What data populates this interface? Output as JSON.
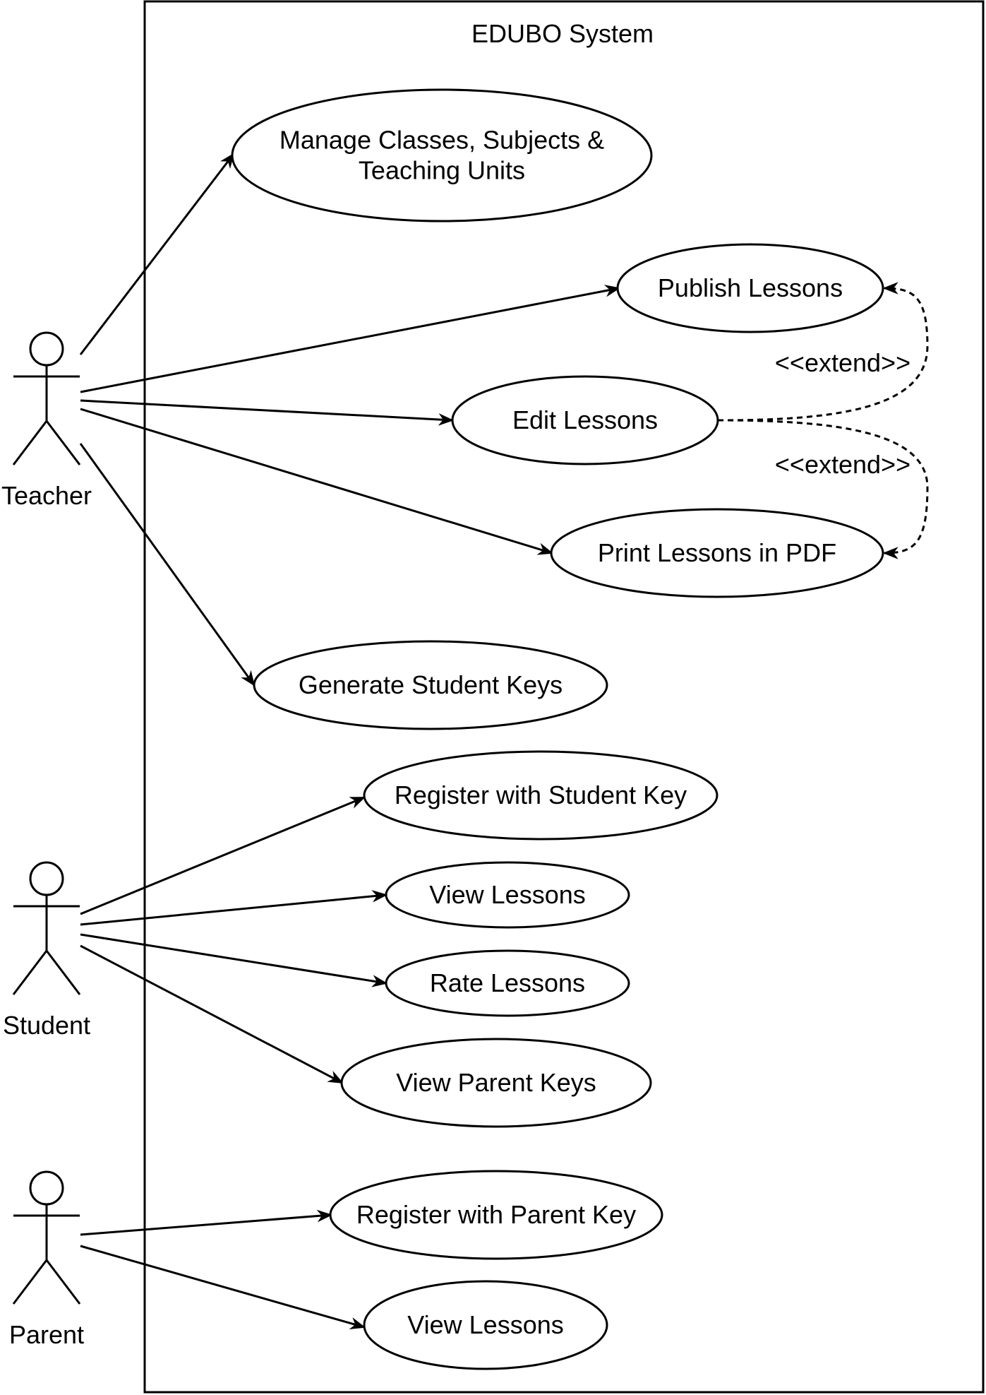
{
  "system": {
    "title": "EDUBO System"
  },
  "actors": [
    {
      "id": "teacher",
      "name": "Teacher"
    },
    {
      "id": "student",
      "name": "Student"
    },
    {
      "id": "parent",
      "name": "Parent"
    }
  ],
  "use_cases": [
    {
      "id": "manage",
      "lines": [
        "Manage Classes, Subjects &",
        "Teaching Units"
      ]
    },
    {
      "id": "publish",
      "lines": [
        "Publish Lessons"
      ]
    },
    {
      "id": "edit",
      "lines": [
        "Edit Lessons"
      ]
    },
    {
      "id": "print",
      "lines": [
        "Print Lessons in PDF"
      ]
    },
    {
      "id": "genkeys",
      "lines": [
        "Generate Student Keys"
      ]
    },
    {
      "id": "regstudent",
      "lines": [
        "Register with Student Key"
      ]
    },
    {
      "id": "viewlessons_student",
      "lines": [
        "View Lessons"
      ]
    },
    {
      "id": "rate",
      "lines": [
        "Rate Lessons"
      ]
    },
    {
      "id": "viewparentkeys",
      "lines": [
        "View Parent Keys"
      ]
    },
    {
      "id": "regparent",
      "lines": [
        "Register with Parent Key"
      ]
    },
    {
      "id": "viewlessons_parent",
      "lines": [
        "View Lessons"
      ]
    }
  ],
  "associations": [
    {
      "actor": "teacher",
      "use_case": "manage"
    },
    {
      "actor": "teacher",
      "use_case": "publish"
    },
    {
      "actor": "teacher",
      "use_case": "edit"
    },
    {
      "actor": "teacher",
      "use_case": "print"
    },
    {
      "actor": "teacher",
      "use_case": "genkeys"
    },
    {
      "actor": "student",
      "use_case": "regstudent"
    },
    {
      "actor": "student",
      "use_case": "viewlessons_student"
    },
    {
      "actor": "student",
      "use_case": "rate"
    },
    {
      "actor": "student",
      "use_case": "viewparentkeys"
    },
    {
      "actor": "parent",
      "use_case": "regparent"
    },
    {
      "actor": "parent",
      "use_case": "viewlessons_parent"
    }
  ],
  "extends": [
    {
      "from": "edit",
      "to": "publish",
      "label": "<<extend>>"
    },
    {
      "from": "edit",
      "to": "print",
      "label": "<<extend>>"
    }
  ]
}
